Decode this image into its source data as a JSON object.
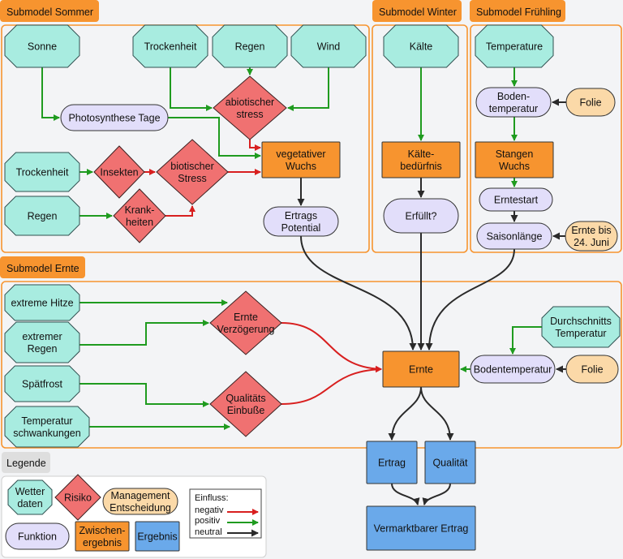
{
  "sections": {
    "sommer": "Submodel Sommer",
    "winter": "Submodel Winter",
    "fruehling": "Submodel Frühling",
    "ernte": "Submodel Ernte",
    "legende": "Legende"
  },
  "nodes": {
    "sonne": [
      "Sonne"
    ],
    "trockenheit_top": [
      "Trockenheit"
    ],
    "regen_top": [
      "Regen"
    ],
    "wind": [
      "Wind"
    ],
    "kaelte": [
      "Kälte"
    ],
    "temperature": [
      "Temperature"
    ],
    "photosynthese": [
      "Photosynthese Tage"
    ],
    "abiotischer": [
      "abiotischer",
      "stress"
    ],
    "bodentemperatur_fr": [
      "Boden-",
      "temperatur"
    ],
    "folie_fr": [
      "Folie"
    ],
    "trockenheit_mid": [
      "Trockenheit"
    ],
    "insekten": [
      "Insekten"
    ],
    "biotischer": [
      "biotischer",
      "Stress"
    ],
    "vegetativer": [
      "vegetativer",
      "Wuchs"
    ],
    "kaeltebeduerfnis": [
      "Kälte-",
      "bedürfnis"
    ],
    "stangen": [
      "Stangen",
      "Wuchs"
    ],
    "regen_mid": [
      "Regen"
    ],
    "krankheiten": [
      "Krank-",
      "heiten"
    ],
    "ertragspotential": [
      "Ertrags",
      "Potential"
    ],
    "erfuellt": [
      "Erfüllt?"
    ],
    "erntestart": [
      "Erntestart"
    ],
    "saisonlaenge": [
      "Saisonlänge"
    ],
    "erntebis": [
      "Ernte bis",
      "24. Juni"
    ],
    "hitze": [
      "extreme Hitze"
    ],
    "extremer_regen": [
      "extremer",
      "Regen"
    ],
    "spaetfrost": [
      "Spätfrost"
    ],
    "temp_schw": [
      "Temperatur",
      "schwankungen"
    ],
    "verzoegerung": [
      "Ernte",
      "Verzögerung"
    ],
    "qualitaets": [
      "Qualitäts",
      "Einbuße"
    ],
    "ernte": [
      "Ernte"
    ],
    "bodentemp_e": [
      "Bodentemperatur"
    ],
    "durchschnitt": [
      "Durchschnitts",
      "Temperatur"
    ],
    "folie_e": [
      "Folie"
    ],
    "ertrag": [
      "Ertrag"
    ],
    "qualitaet": [
      "Qualität"
    ],
    "vermarktbar": [
      "Vermarktbarer Ertrag"
    ]
  },
  "legend": {
    "weather": [
      "Wetter",
      "daten"
    ],
    "risk": [
      "Risiko"
    ],
    "mgmt": [
      "Management",
      "Entscheidung"
    ],
    "func": [
      "Funktion"
    ],
    "inter": [
      "Zwischen-",
      "ergebnis"
    ],
    "result": [
      "Ergebnis"
    ],
    "einfluss": "Einfluss:",
    "negativ": "negativ",
    "positiv": "positiv",
    "neutral": "neutral"
  },
  "colors": {
    "weather": "#a8ece0",
    "risk": "#f07171",
    "management": "#fbd9a8",
    "function": "#e2defa",
    "intermediate": "#f7942f",
    "result": "#6aa9ea",
    "positive": "#1f9b1f",
    "negative": "#d81f1f",
    "neutral": "#2a2a2a"
  }
}
